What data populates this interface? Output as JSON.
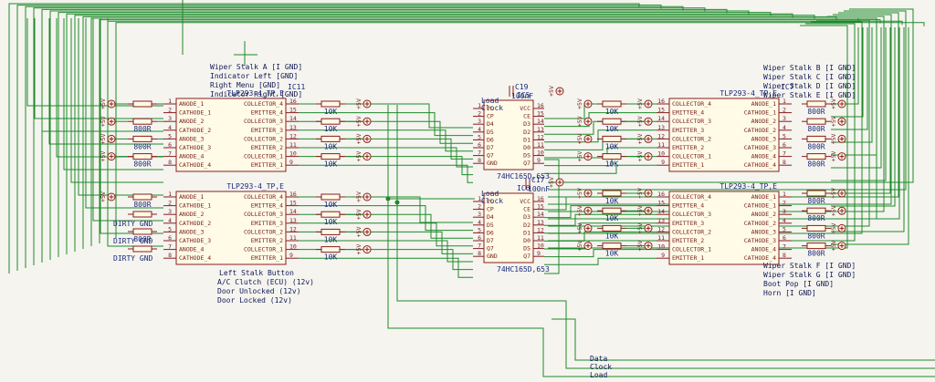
{
  "colors": {
    "wire": "#1d8a2a",
    "part": "#8a1c1c",
    "bg": "#f5f4ef",
    "label": "#1a2a7a"
  },
  "notes_top_left": [
    "Wiper Stalk A [I GND]",
    "Indicator Left [GND]",
    "Right Menu [GND]",
    "Indicator Right [GND]"
  ],
  "notes_bottom_left": [
    "Left Stalk Button",
    "A/C Clutch (ECU) (12v)",
    "Door Unlocked (12v)",
    "Door Locked (12v)"
  ],
  "notes_top_right": [
    "Wiper Stalk B [I GND]",
    "Wiper Stalk C [I GND]",
    "Wiper Stalk D [I GND]",
    "Wiper Stalk E [I GND]"
  ],
  "notes_bottom_right": [
    "Wiper Stalk F [I GND]",
    "Wiper Stalk G [I GND]",
    "Boot Pop [I GND]",
    "Horn [I GND]"
  ],
  "bus_labels": [
    "Data",
    "Clock",
    "Load"
  ],
  "dirty_label": "DIRTY GND",
  "plus5v": "+5V",
  "res_800": "800R",
  "res_10k": "10K",
  "opto": {
    "ic11": {
      "ref": "IC11",
      "value": "TLP293-4_TP,E"
    },
    "ic_bl": {
      "ref": "",
      "value": "TLP293-4_TP,E"
    },
    "ic7": {
      "ref": "IC7",
      "value": "TLP293-4_TP,E"
    },
    "ic_br": {
      "ref": "",
      "value": "TLP293-4_TP,E"
    },
    "left_pins": [
      "ANODE_1",
      "CATHODE_1",
      "ANODE_2",
      "CATHODE_2",
      "ANODE_3",
      "CATHODE_3",
      "ANODE_4",
      "CATHODE_4"
    ],
    "right_pins": [
      "COLLECTOR_4",
      "EMITTER_4",
      "COLLECTOR_3",
      "EMITTER_3",
      "COLLECTOR_2",
      "EMITTER_2",
      "COLLECTOR_1",
      "EMITTER_1"
    ],
    "left_nums": [
      "1",
      "2",
      "3",
      "4",
      "5",
      "6",
      "7",
      "8"
    ],
    "right_nums": [
      "16",
      "15",
      "14",
      "13",
      "12",
      "11",
      "10",
      "9"
    ]
  },
  "shift": {
    "ic5": {
      "ref": "IC5",
      "value": "74HC165D,653"
    },
    "ic6": {
      "ref": "IC6",
      "value": "74HC165D,653"
    },
    "left_pins": [
      "PL",
      "CP",
      "D4",
      "D5",
      "D6",
      "D7",
      "Q7",
      "GND"
    ],
    "left_nums": [
      "1",
      "2",
      "3",
      "4",
      "5",
      "6",
      "7",
      "8"
    ],
    "right_pins": [
      "VCC",
      "CE",
      "D3",
      "D2",
      "D1",
      "D0",
      "DS",
      "Q7"
    ],
    "right_nums": [
      "16",
      "15",
      "14",
      "13",
      "12",
      "11",
      "10",
      "9"
    ],
    "load": "Load",
    "clock": "Clock"
  },
  "caps": {
    "c19": {
      "ref": "C19",
      "value": "100nF"
    },
    "c17": {
      "ref": "C17",
      "value": "100nF"
    }
  }
}
